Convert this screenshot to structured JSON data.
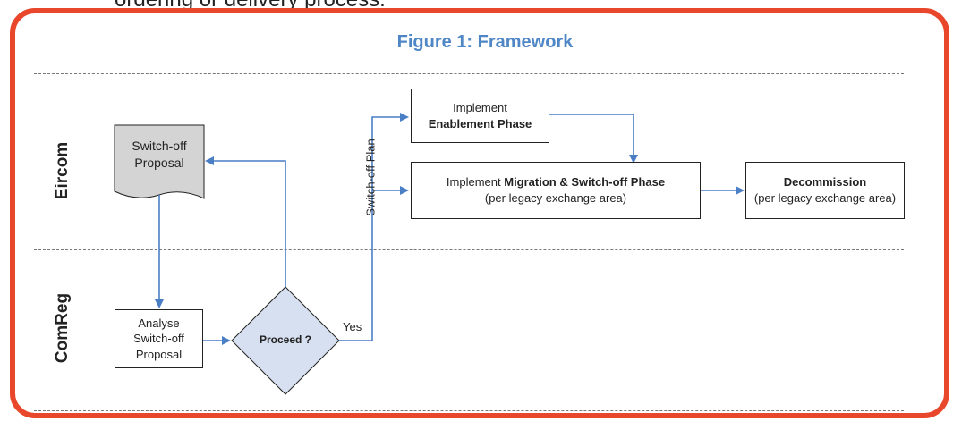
{
  "header_text": "ordering or delivery process.",
  "figure_title": "Figure 1: Framework",
  "lanes": {
    "top": "Eircom",
    "bottom": "ComReg"
  },
  "nodes": {
    "proposal": "Switch-off Proposal",
    "analyse": "Analyse Switch-off Proposal",
    "proceed": "Proceed ?",
    "enable_line1": "Implement",
    "enable_line2": "Enablement Phase",
    "migrate_prefix": "Implement ",
    "migrate_bold": "Migration & Switch-off Phase",
    "migrate_sub": "(per legacy exchange area)",
    "decom_title": "Decommission",
    "decom_sub": "(per legacy exchange area)"
  },
  "labels": {
    "plan": "Switch-off Plan",
    "yes": "Yes"
  },
  "colors": {
    "frame": "#e8472b",
    "title": "#4f87c6",
    "arrow": "#4a7ec5",
    "diamond_fill": "#d6e0f0",
    "doc_fill": "#d4d4d4"
  }
}
